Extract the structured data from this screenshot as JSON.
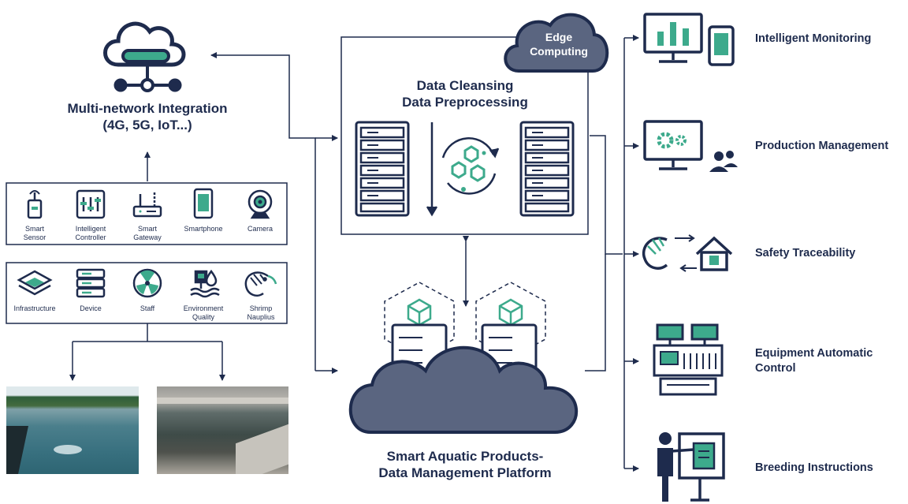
{
  "multi_network": {
    "title_line1": "Multi-network Integration",
    "title_line2": "(4G, 5G, IoT...)"
  },
  "devices": {
    "items": [
      {
        "line1": "Smart",
        "line2": "Sensor",
        "icon": "smart-sensor-icon"
      },
      {
        "line1": "Intelligent",
        "line2": "Controller",
        "icon": "intelligent-controller-icon"
      },
      {
        "line1": "Smart",
        "line2": "Gateway",
        "icon": "smart-gateway-icon"
      },
      {
        "line1": "Smartphone",
        "line2": "",
        "icon": "smartphone-icon"
      },
      {
        "line1": "Camera",
        "line2": "",
        "icon": "camera-icon"
      }
    ]
  },
  "resources": {
    "items": [
      {
        "line1": "Infrastructure",
        "line2": "",
        "icon": "infrastructure-layers-icon"
      },
      {
        "line1": "Device",
        "line2": "",
        "icon": "device-server-icon"
      },
      {
        "line1": "Staff",
        "line2": "",
        "icon": "staff-icon"
      },
      {
        "line1": "Environment",
        "line2": "Quality",
        "icon": "environment-quality-icon"
      },
      {
        "line1": "Shrimp",
        "line2": "Nauplius",
        "icon": "shrimp-icon"
      }
    ]
  },
  "edge": {
    "cloud_line1": "Edge",
    "cloud_line2": "Computing",
    "title_line1": "Data Cleansing",
    "title_line2": "Data Preprocessing"
  },
  "platform": {
    "title_line1": "Smart Aquatic Products-",
    "title_line2": "Data Management Platform"
  },
  "applications": [
    {
      "label": "Intelligent Monitoring",
      "icon": "monitor-chart-icon"
    },
    {
      "label": "Production Management",
      "icon": "monitor-gears-icon"
    },
    {
      "label": "Safety Traceability",
      "icon": "shrimp-house-icon"
    },
    {
      "label_line1": "Equipment Automatic",
      "label_line2": "Control",
      "icon": "control-panel-icon"
    },
    {
      "label": "Breeding Instructions",
      "icon": "presenter-icon"
    }
  ],
  "colors": {
    "navy": "#1e2b4d",
    "green": "#3daa8c",
    "cloud": "#5a6580",
    "water": "#5f8a92"
  }
}
